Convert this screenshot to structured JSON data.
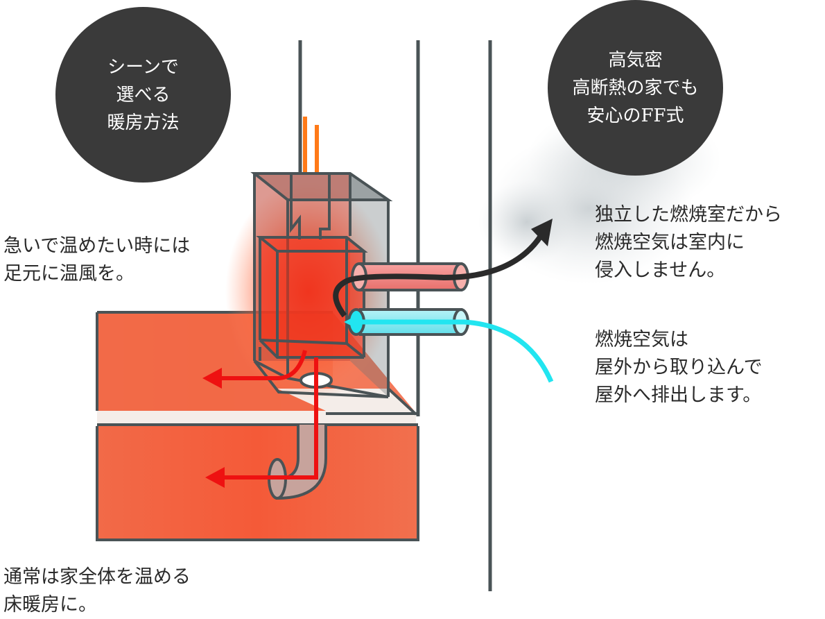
{
  "badges": {
    "left": {
      "lines": [
        "シーンで",
        "選べる",
        "暖房方法"
      ]
    },
    "right": {
      "lines": [
        "高気密",
        "高断熱の家でも",
        "安心のFF式"
      ]
    }
  },
  "notes": {
    "quick_heat": [
      "急いで温めたい時には",
      "足元に温風を。"
    ],
    "floor_heat": [
      "通常は家全体を温める",
      "床暖房に。"
    ],
    "exhaust": [
      "独立した燃焼室だから",
      "燃焼空気は室内に",
      "侵入しません。"
    ],
    "intake": [
      "燃焼空気は",
      "屋外から取り込んで",
      "屋外へ排出します。"
    ]
  },
  "colors": {
    "badge": "#3a3a3a",
    "line": "#4a5356",
    "floor_orange": "#f46a45",
    "hot_red": "#ff2a10",
    "arrow_red": "#ee1111",
    "chimney_orange": "#ff7a18",
    "intake_cyan": "#22e5f0",
    "exhaust_dark": "#2a2a2a",
    "smoke": "#c9d0d3"
  }
}
